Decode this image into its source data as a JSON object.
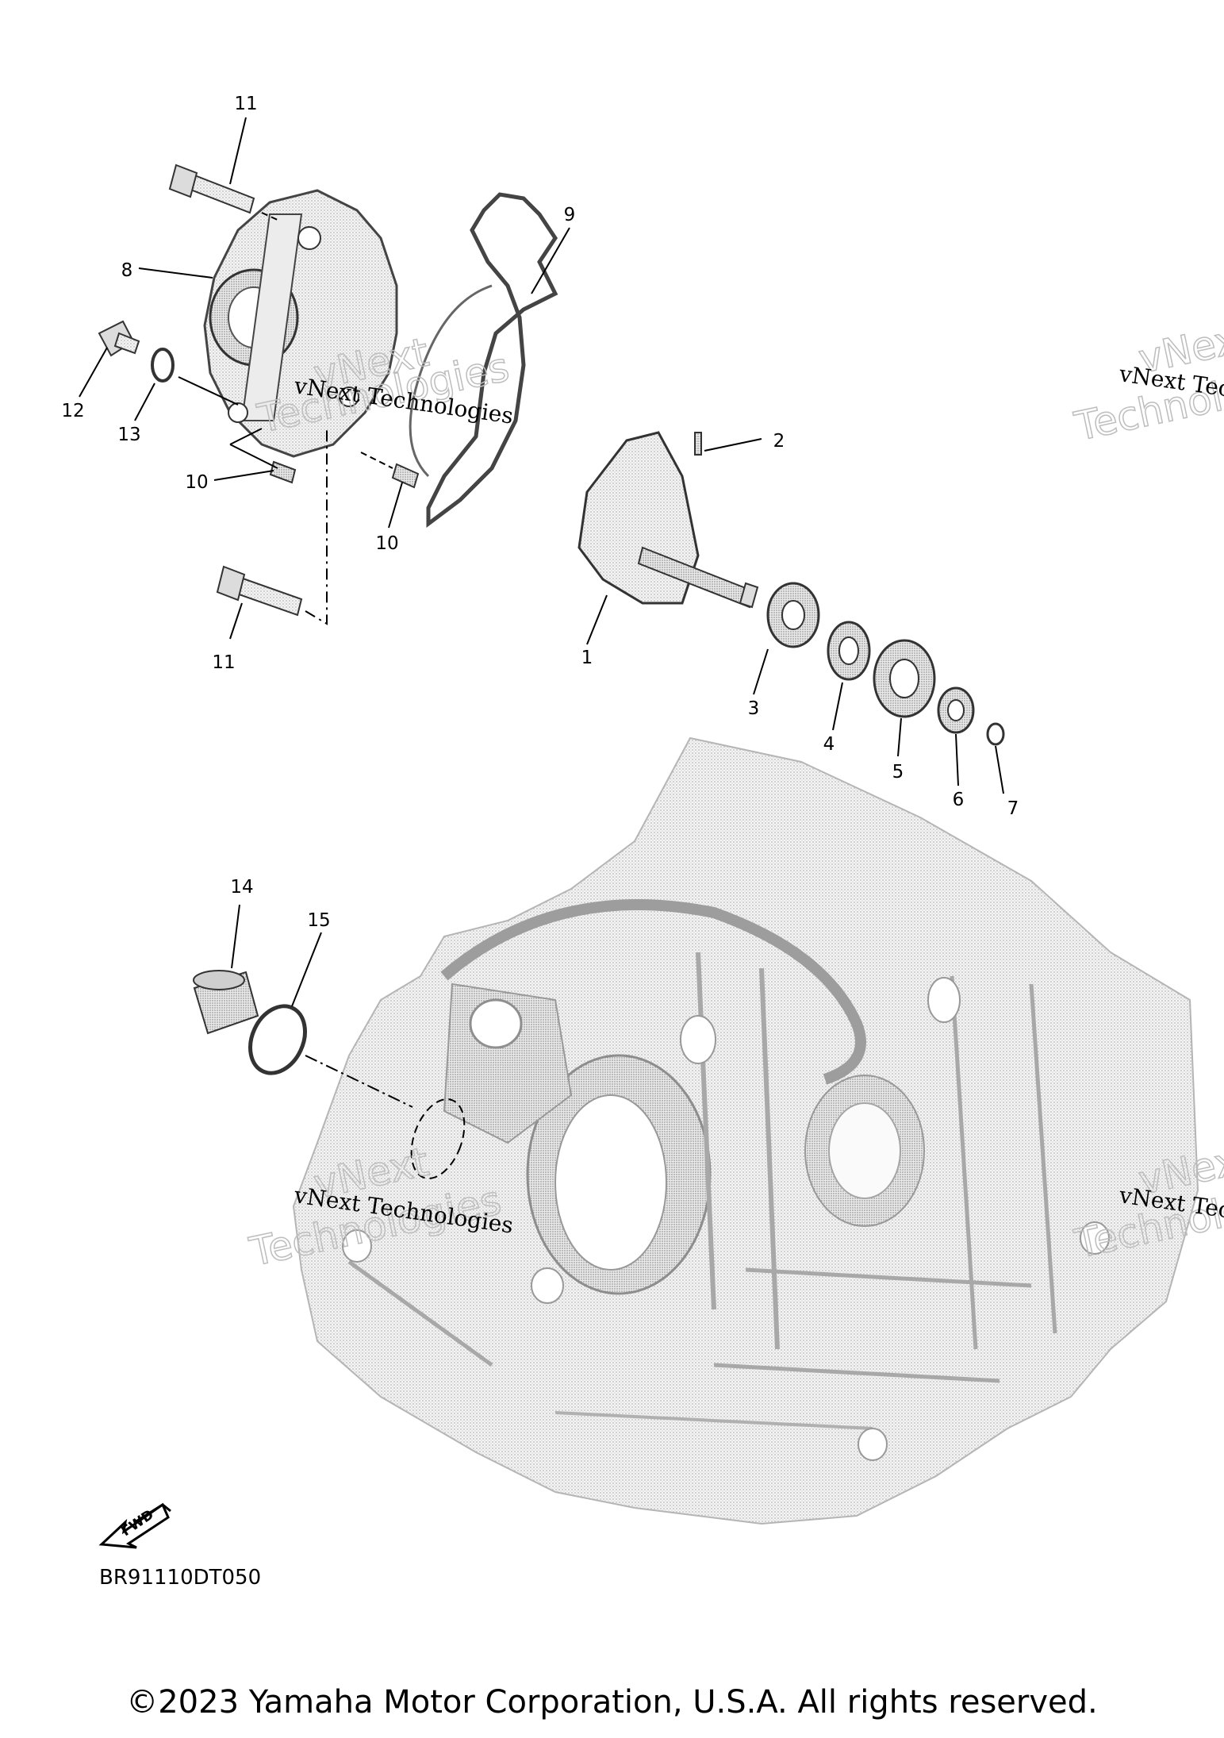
{
  "callouts": [
    {
      "id": "c11a",
      "text": "11"
    },
    {
      "id": "c9",
      "text": "9"
    },
    {
      "id": "c8",
      "text": "8"
    },
    {
      "id": "c12",
      "text": "12"
    },
    {
      "id": "c13",
      "text": "13"
    },
    {
      "id": "c2",
      "text": "2"
    },
    {
      "id": "c10a",
      "text": "10"
    },
    {
      "id": "c10b",
      "text": "10"
    },
    {
      "id": "c11b",
      "text": "11"
    },
    {
      "id": "c1",
      "text": "1"
    },
    {
      "id": "c3",
      "text": "3"
    },
    {
      "id": "c4",
      "text": "4"
    },
    {
      "id": "c5",
      "text": "5"
    },
    {
      "id": "c6",
      "text": "6"
    },
    {
      "id": "c7",
      "text": "7"
    },
    {
      "id": "c14",
      "text": "14"
    },
    {
      "id": "c15",
      "text": "15"
    }
  ],
  "watermark": {
    "line_small": "vNext Technologies",
    "big_1": "vNext",
    "big_2": "Technologies"
  },
  "fwd_label": "FWD",
  "diagram_code": "BR91110DT050",
  "copyright": "©2023 Yamaha Motor Corporation, U.S.A. All rights reserved."
}
